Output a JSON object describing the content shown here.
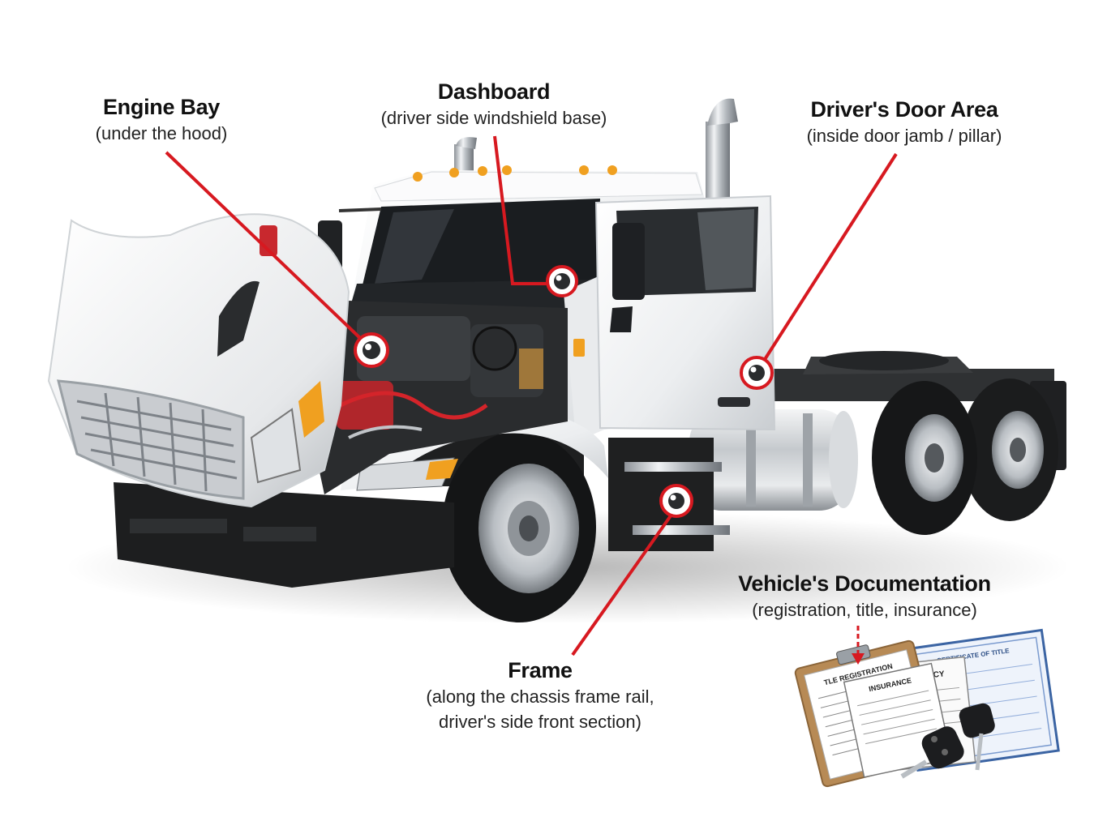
{
  "labels": {
    "engine_bay": {
      "title": "Engine Bay",
      "subtitle": "(under the hood)"
    },
    "dashboard": {
      "title": "Dashboard",
      "subtitle": "(driver side windshield base)"
    },
    "door_area": {
      "title": "Driver's Door Area",
      "subtitle": "(inside door jamb / pillar)"
    },
    "documentation": {
      "title": "Vehicle's Documentation",
      "subtitle": "(registration, title, insurance)"
    },
    "frame": {
      "title": "Frame",
      "subtitle_line1": "(along the chassis frame rail,",
      "subtitle_line2": "driver's side front section)"
    }
  },
  "documents": {
    "certificate": "CERTIFICATE OF TITLE",
    "policy": "POLICY",
    "registration": "TLE REGISTRATION",
    "insurance": "INSURANCE"
  },
  "colors": {
    "leader": "#d71920",
    "truck_body": "#f3f4f5",
    "chassis": "#2b2b2b"
  },
  "icons": [
    "location-marker-icon"
  ]
}
